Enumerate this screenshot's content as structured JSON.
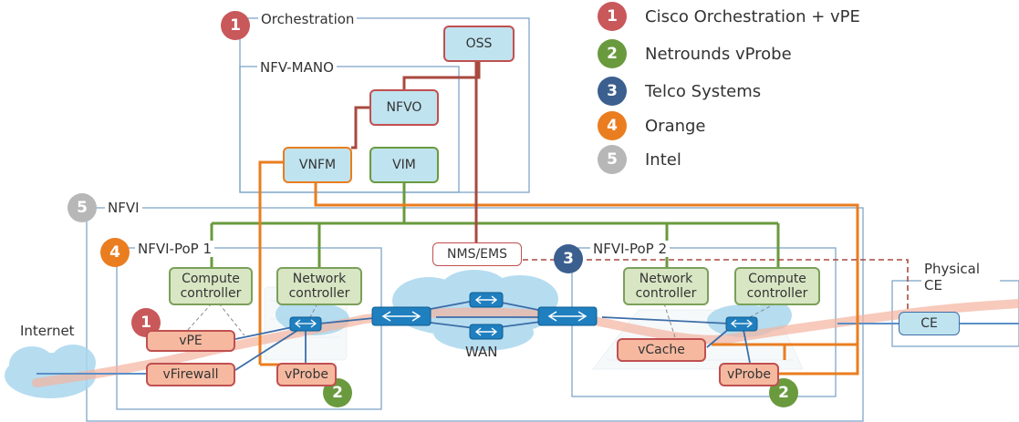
{
  "colors": {
    "cisco": "#c9585a",
    "netrounds": "#6a9a3e",
    "telco": "#3b5f8e",
    "orange": "#ea7d1f",
    "intel": "#b7b7b7",
    "box_blue": "#bfe3ef",
    "box_green": "#d9e6c4",
    "box_salmon": "#f6b9a0",
    "frame": "#7fa6c8",
    "wan_link": "#a84a3e",
    "traffic": "#f3b4a0",
    "cloud": "#aad7ee"
  },
  "legend": [
    {
      "num": "1",
      "label": "Cisco Orchestration + vPE"
    },
    {
      "num": "2",
      "label": "Netrounds vProbe"
    },
    {
      "num": "3",
      "label": "Telco Systems"
    },
    {
      "num": "4",
      "label": "Orange"
    },
    {
      "num": "5",
      "label": "Intel"
    }
  ],
  "regions": {
    "orchestration": "Orchestration",
    "nfv_mano": "NFV-MANO",
    "nfvi": "NFVI",
    "pop1": "NFVI-PoP 1",
    "pop2": "NFVI-PoP 2",
    "physical_ce": "Physical CE"
  },
  "badges": {
    "orchestration": "1",
    "nfvi": "5",
    "pop1": "4",
    "pop2": "3",
    "vpe": "1",
    "vprobe1": "2",
    "vprobe2": "2"
  },
  "nodes": {
    "oss": "OSS",
    "nfvo": "NFVO",
    "vnfm": "VNFM",
    "vim": "VIM",
    "nms_ems": "NMS/EMS",
    "compute_controller": "Compute controller",
    "network_controller": "Network controller",
    "vpe": "vPE",
    "vfirewall": "vFirewall",
    "vprobe": "vProbe",
    "vcache": "vCache",
    "ce": "CE"
  },
  "labels": {
    "internet": "Internet",
    "wan": "WAN"
  }
}
